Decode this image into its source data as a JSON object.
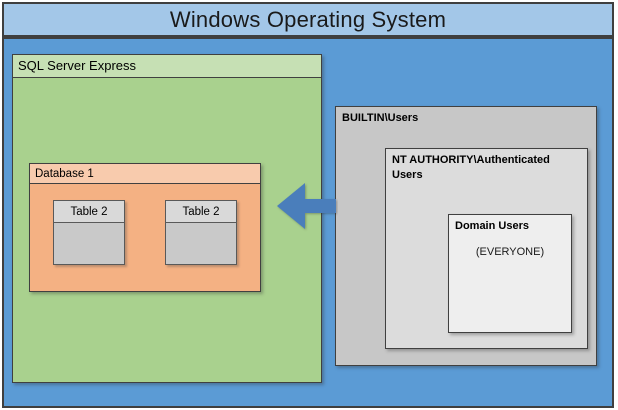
{
  "diagram": {
    "os": {
      "title": "Windows Operating System"
    },
    "sql_server": {
      "label": "SQL Server Express",
      "database": {
        "label": "Database 1",
        "tables": [
          {
            "label": "Table 2"
          },
          {
            "label": "Table 2"
          }
        ]
      }
    },
    "security_groups": {
      "builtin": {
        "label": "BUILTIN\\Users"
      },
      "nt_authority": {
        "label": "NT AUTHORITY\\Authenticated Users"
      },
      "domain_users": {
        "label": "Domain Users",
        "note": "(EVERYONE)"
      }
    },
    "arrow": {
      "direction": "left",
      "color": "#4a7ebb"
    },
    "colors": {
      "titlebar_bg": "#a3c7e8",
      "os_body_bg": "#5b9bd5",
      "sql_header_bg": "#c6e0b4",
      "sql_body_bg": "#a9d18e",
      "database_header_bg": "#f8cbad",
      "database_body_bg": "#f4b183",
      "table_header_bg": "#d9d9d9",
      "table_body_bg": "#c9c9c9",
      "builtin_bg": "#c7c7c7",
      "nt_authority_bg": "#dcdcdc",
      "domain_users_bg": "#eeeeee",
      "border": "#3f3f3f"
    }
  }
}
